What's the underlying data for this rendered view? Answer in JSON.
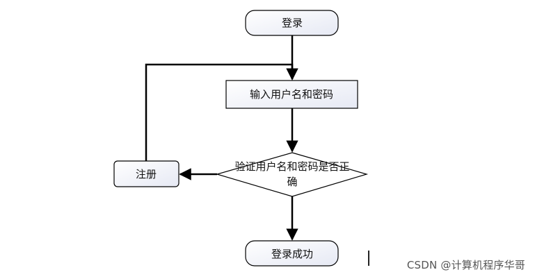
{
  "diagram": {
    "nodes": {
      "login": "登录",
      "input_credentials": "输入用户名和密码",
      "verify_line1": "验证用户名和密码是否正",
      "verify_line2": "确",
      "register": "注册",
      "login_success": "登录成功"
    }
  },
  "watermark": "CSDN @计算机程序华哥",
  "colors": {
    "stroke": "#000000",
    "node_fill_light": "#ffffff",
    "node_fill_shade": "#e8ebf5"
  }
}
